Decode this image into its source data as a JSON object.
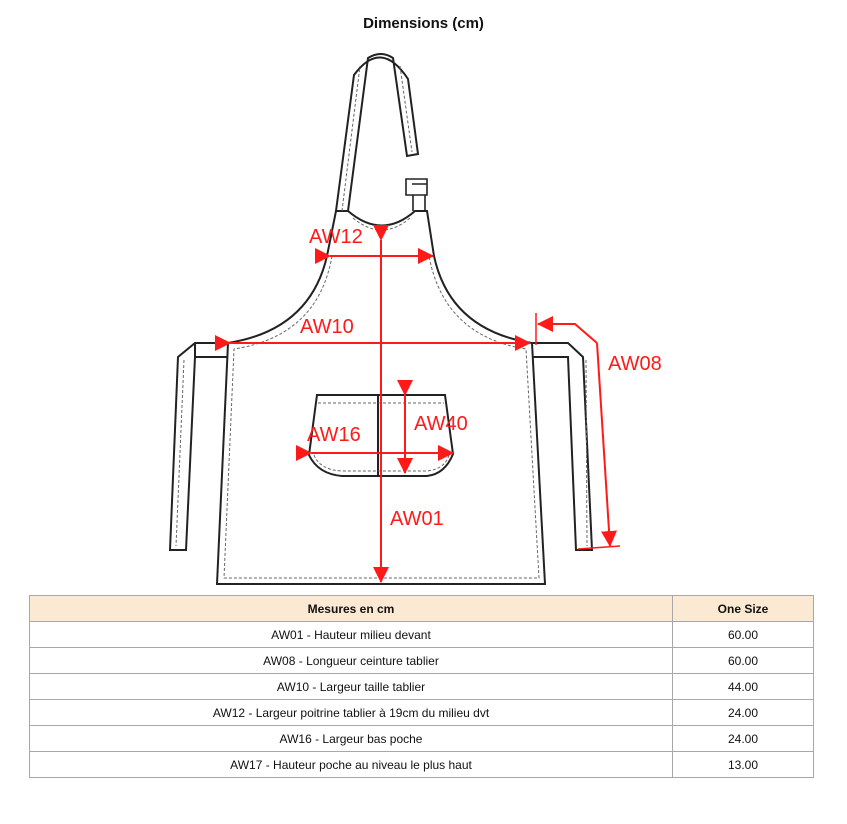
{
  "title": "Dimensions (cm)",
  "diagram": {
    "labels": {
      "aw12": "AW12",
      "aw10": "AW10",
      "aw08": "AW08",
      "aw40": "AW40",
      "aw16": "AW16",
      "aw01": "AW01"
    },
    "colors": {
      "arrow": "#ff1a1a",
      "outline": "#222222"
    }
  },
  "table": {
    "headers": [
      "Mesures en cm",
      "One Size"
    ],
    "rows": [
      {
        "label": "AW01 - Hauteur milieu devant",
        "value": "60.00"
      },
      {
        "label": "AW08 - Longueur ceinture tablier",
        "value": "60.00"
      },
      {
        "label": "AW10 - Largeur taille tablier",
        "value": "44.00"
      },
      {
        "label": "AW12 - Largeur poitrine tablier à 19cm du milieu dvt",
        "value": "24.00"
      },
      {
        "label": "AW16 - Largeur bas poche",
        "value": "24.00"
      },
      {
        "label": "AW17 - Hauteur poche au niveau le plus haut",
        "value": "13.00"
      }
    ]
  }
}
